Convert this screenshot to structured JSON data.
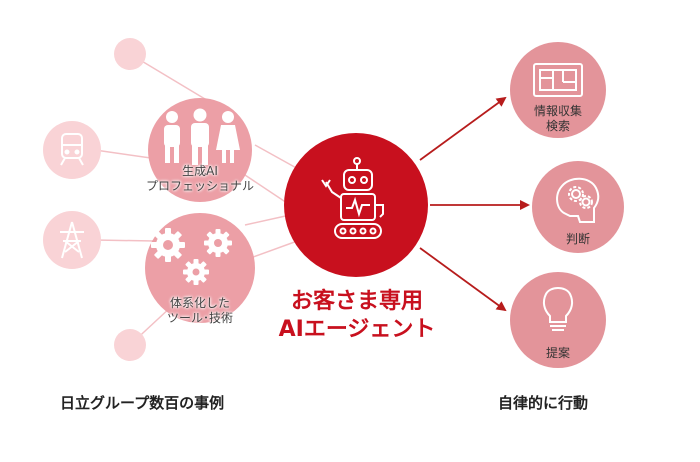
{
  "colors": {
    "center": "#c8101e",
    "arrow": "#b71c1c",
    "output_node": "#e3949a",
    "case_node": "#ec9fa6",
    "faint_node": "#f9d3d6",
    "faint_line": "#f3c0c5"
  },
  "left": {
    "genai_node": {
      "line1": "生成AI",
      "line2": "プロフェッショナル",
      "icon": "people-icon"
    },
    "tools_node": {
      "line1": "体系化した",
      "line2": "ツール･技術",
      "icon": "gears-icon"
    },
    "train_icon": "train-icon",
    "tower_icon": "power-tower-icon",
    "caption": "日立グループ数百の事例"
  },
  "center": {
    "line1": "お客さま専用",
    "line2": "AIエージェント",
    "icon": "robot-icon"
  },
  "right": {
    "info_node": {
      "line1": "情報収集",
      "line2": "検索",
      "icon": "layout-icon"
    },
    "judge_node": {
      "line1": "判断",
      "icon": "brain-gears-icon"
    },
    "propose_node": {
      "line1": "提案",
      "icon": "lightbulb-icon"
    },
    "caption": "自律的に行動"
  }
}
